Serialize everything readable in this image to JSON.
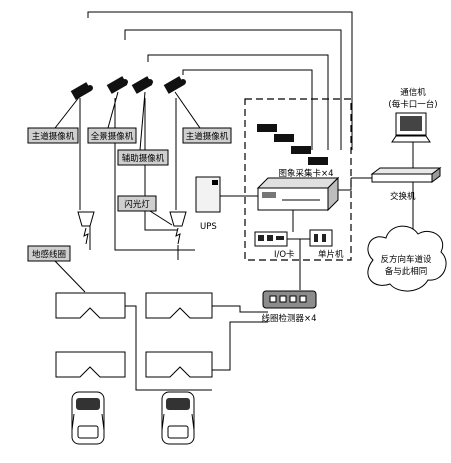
{
  "labels": {
    "main_camera_left": "主道摄像机",
    "panorama_camera": "全景摄像机",
    "aux_camera": "辅助摄像机",
    "main_camera_right": "主道摄像机",
    "flash": "闪光灯",
    "loop_coil": "地感线圈",
    "ups": "UPS",
    "capture_card": "图象采集卡×4",
    "io_card": "I/O卡",
    "single_chip": "单片机",
    "loop_detector": "线圈检测器×4",
    "comm_pc": "通信机",
    "comm_pc_note": "(每卡口一台)",
    "switch": "交换机",
    "network": "反方向车道设备与此相同"
  }
}
